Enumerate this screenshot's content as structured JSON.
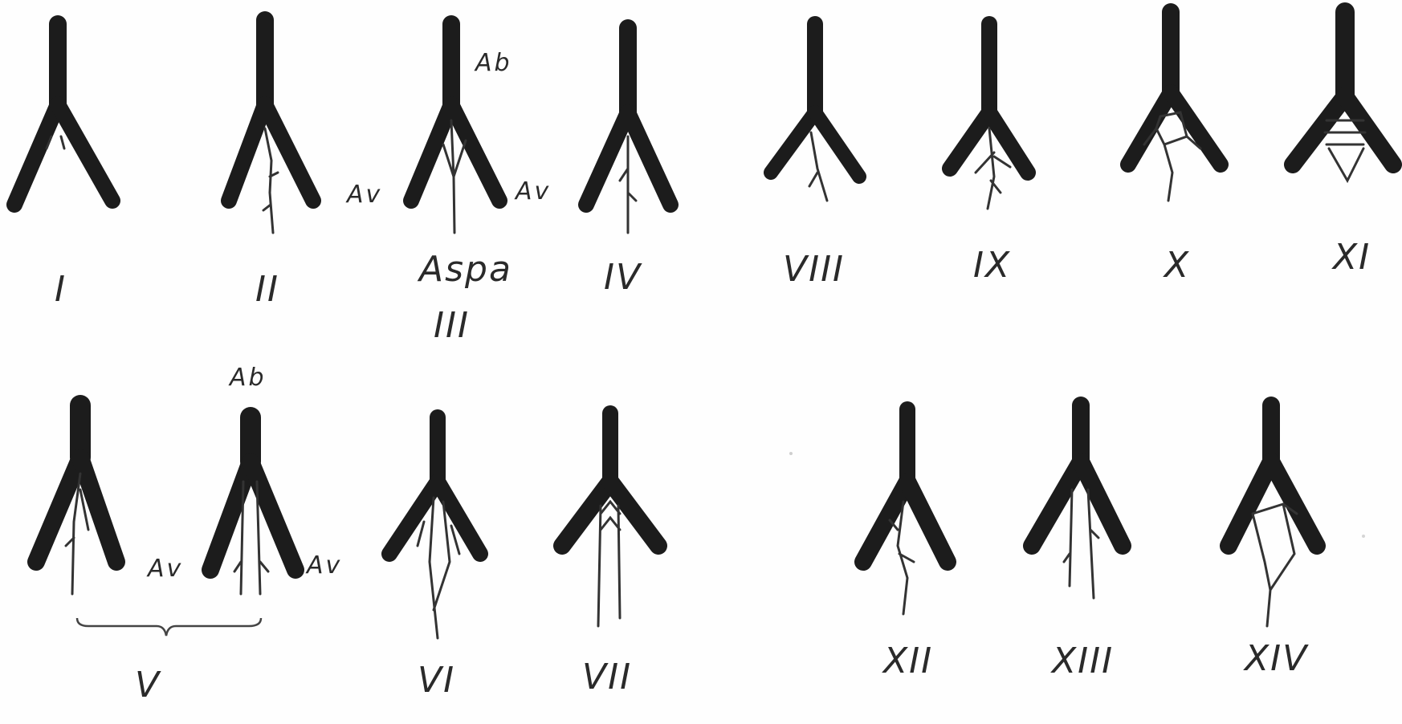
{
  "figure": {
    "labels": {
      "I": "I",
      "II": "II",
      "III": "III",
      "IV": "IV",
      "V": "V",
      "VI": "VI",
      "VII": "VII",
      "VIII": "VIII",
      "IX": "IX",
      "X": "X",
      "XI": "XI",
      "XII": "XII",
      "XIII": "XIII",
      "XIV": "XIV"
    },
    "annotations": {
      "ab": "Ab",
      "av": "Av",
      "aspa": "Aspa"
    }
  }
}
